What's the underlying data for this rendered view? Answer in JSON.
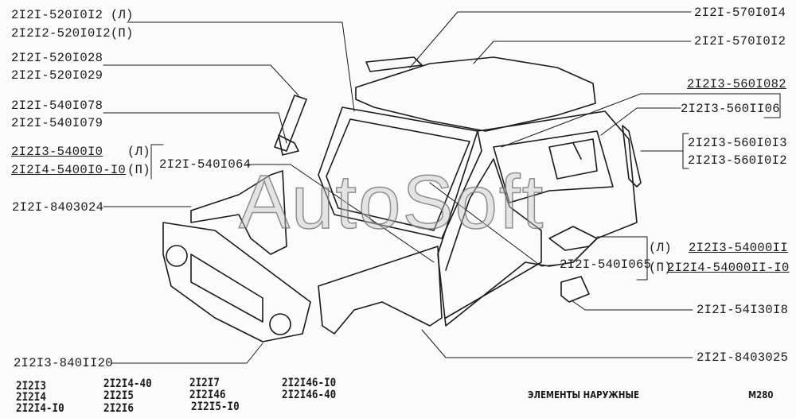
{
  "watermark": "AutoSoft",
  "labels": {
    "l1a": "2I2I-520I0I2 (Л)",
    "l1b": "2I2I2-520I0I2(П)",
    "l2a": "2I2I-520I028",
    "l2b": "2I2I-520I029",
    "l3a": "2I2I-540I078",
    "l3b": "2I2I-540I079",
    "l4a": "2I2I3-5400I0",
    "l4a_side": "(Л)",
    "l4b": "2I2I4-5400I0-I0",
    "l4b_side": "(П)",
    "l5": "2I2I-540I064",
    "l6": "2I2I-8403024",
    "l7": "2I2I3-840II20",
    "r1": "2I2I-570I0I4",
    "r2": "2I2I-570I0I2",
    "r3": "2I2I3-560I082",
    "r4": "2I2I3-560II06",
    "r5a": "2I2I3-560I0I3",
    "r5b": "2I2I3-560I0I2",
    "r6a_side": "(Л)",
    "r6a": "2I2I3-54000II",
    "r6b_side": "(П)",
    "r6b": "2I2I4-54000II-I0",
    "r7": "2I2I-540I065",
    "r8": "2I2I-54I30I8",
    "r9": "2I2I-8403025"
  },
  "models": [
    [
      "2I2I3",
      "2I2I4",
      "2I2I4-I0"
    ],
    [
      "2I2I4-40",
      "2I2I5",
      "2I2I6"
    ],
    [
      "2I2I7",
      "2I2I46",
      "2I2I5-I0"
    ],
    [
      "2I2I46-I0",
      "2I2I46-40"
    ]
  ],
  "footer": {
    "title": "ЭЛЕМЕНТЫ НАРУЖНЫЕ",
    "code": "M280"
  }
}
